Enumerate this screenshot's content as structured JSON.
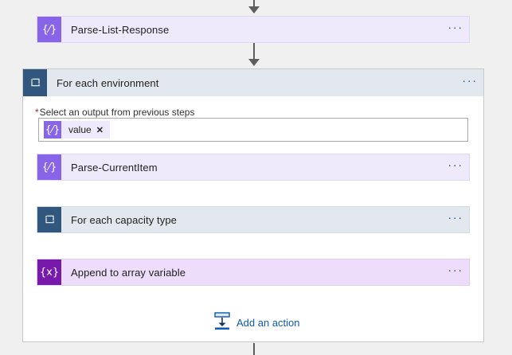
{
  "theme": {
    "canvas_bg": "#f0f0f0",
    "connector_color": "#605e5c",
    "link_color": "#0f5bad",
    "required_color": "#a4262c",
    "parse_icon_bg": "#8764e8",
    "parse_card_bg": "#eeeafc",
    "variable_icon_bg": "#7719aa",
    "variable_card_bg": "#eddcfa",
    "foreach_icon_bg": "#31577f",
    "foreach_card_bg": "#e3e8ef"
  },
  "flow": {
    "steps": [
      {
        "id": "parse-list-response",
        "label": "Parse-List-Response",
        "icon": "parse-json-icon",
        "icon_glyph": "{⁄}",
        "style": "purple",
        "menu": "···"
      },
      {
        "id": "for-each-environment",
        "label": "For each environment",
        "icon": "foreach-loop-icon",
        "style": "bluegray",
        "menu": "···"
      },
      {
        "id": "parse-currentitem",
        "label": "Parse-CurrentItem",
        "icon": "parse-json-icon",
        "icon_glyph": "{⁄}",
        "style": "purple",
        "menu": "···"
      },
      {
        "id": "for-each-capacity-type",
        "label": "For each capacity type",
        "icon": "foreach-loop-icon",
        "style": "bluegray",
        "menu": "···"
      },
      {
        "id": "append-to-array-variable",
        "label": "Append to array variable",
        "icon": "variable-icon",
        "icon_glyph": "{x}",
        "style": "deeppurple",
        "menu": "···"
      }
    ]
  },
  "foreach_parameter": {
    "required_marker": "*",
    "label": "Select an output from previous steps",
    "token": {
      "text": "value",
      "icon_glyph": "{⁄}",
      "remove_label": "✕"
    }
  },
  "add_action": {
    "label": "Add an action",
    "icon": "insert-action-icon"
  }
}
